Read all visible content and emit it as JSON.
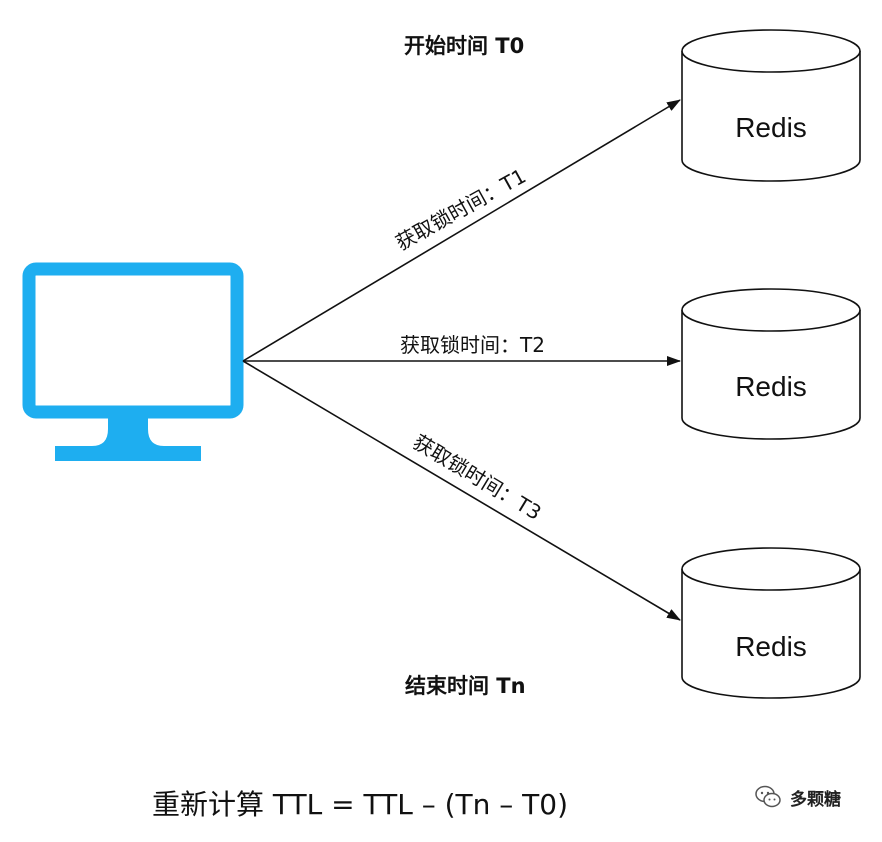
{
  "labels": {
    "start_time": "开始时间 T0",
    "end_time": "结束时间 Tn",
    "acquire_t1": "获取锁时间：T1",
    "acquire_t2": "获取锁时间：T2",
    "acquire_t3": "获取锁时间：T3",
    "formula": "重新计算 TTL = TTL – (Tn – T0)"
  },
  "nodes": [
    {
      "label": "Redis"
    },
    {
      "label": "Redis"
    },
    {
      "label": "Redis"
    }
  ],
  "watermark": {
    "text": "多颗糖",
    "icon": "wechat-icon"
  },
  "colors": {
    "monitor": "#1EAEF0",
    "line": "#111111",
    "text": "#111111"
  }
}
